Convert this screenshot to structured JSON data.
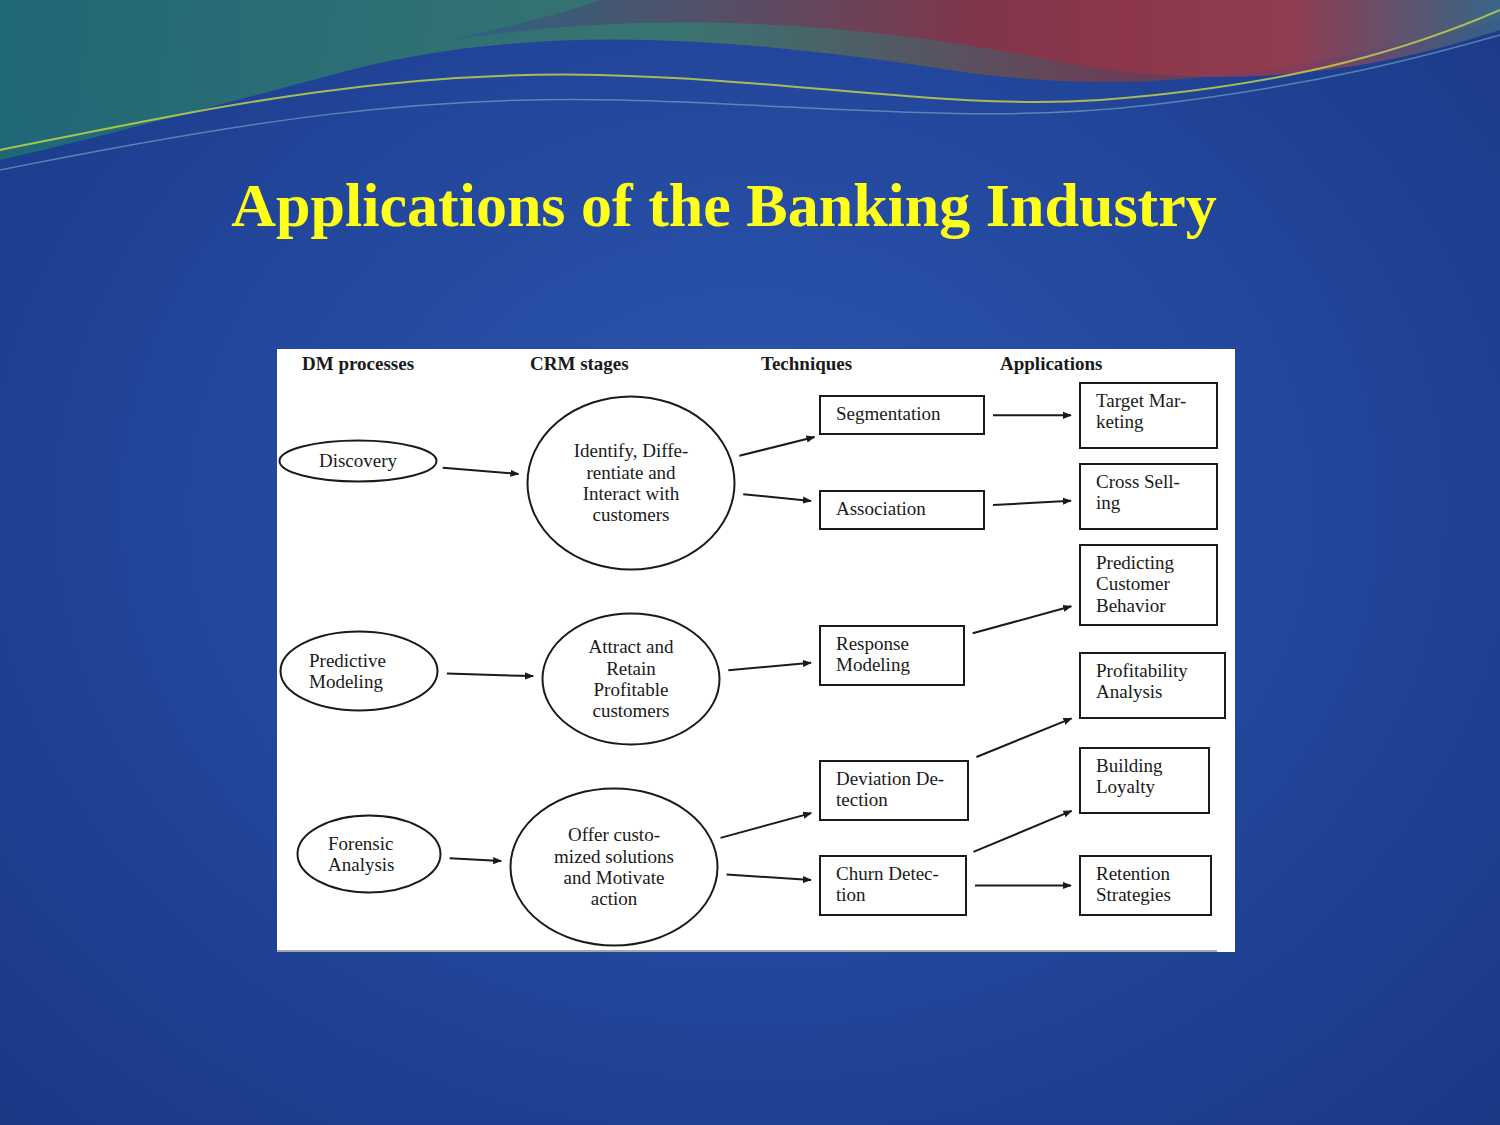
{
  "diagram": {
    "title": "Applications of the Banking Industry",
    "nodes": [
      {
        "text": [
          "Discovery"
        ]
      },
      {
        "text": [
          "Identify, Diffe- rentiate and Interact with customers"
        ]
      },
      {
        "text": [
          "Segmentation"
        ]
      },
      {
        "text": [
          "Association"
        ]
      },
      {
        "text": [
          "Target Mar- keting"
        ]
      },
      {
        "text": [
          "Cross Sell- ing"
        ]
      },
      {
        "text": [
          "Predictive Modeling"
        ]
      },
      {
        "text": [
          "Attract and Retain Profitable customers"
        ]
      },
      {
        "text": [
          "Response Modeling"
        ]
      },
      {
        "text": [
          "Predicting Customer Behavior"
        ]
      },
      {
        "text": [
          "Profitability Analysis"
        ]
      },
      {
        "text": [
          "Forensic Analysis"
        ]
      },
      {
        "text": [
          "Offer custo- mized solutions and Motivate action"
        ]
      },
      {
        "text": [
          "Deviation De- tection"
        ]
      },
      {
        "text": [
          "Churn Detec- tion"
        ]
      },
      {
        "text": [
          "Building Loyalty"
        ]
      },
      {
        "text": [
          "Retention Strategies"
        ]
      }
    ],
    "edges": [
      {
        "from": 0,
        "to": 1,
        "arrow": "to"
      },
      {
        "from": 1,
        "to": 2,
        "arrow": "to"
      },
      {
        "from": 1,
        "to": 3,
        "arrow": "to"
      },
      {
        "from": 2,
        "to": 4,
        "arrow": "to"
      },
      {
        "from": 3,
        "to": 5,
        "arrow": "to"
      },
      {
        "from": 6,
        "to": 7,
        "arrow": "to"
      },
      {
        "from": 7,
        "to": 8,
        "arrow": "to"
      },
      {
        "from": 8,
        "to": 9,
        "arrow": "to"
      },
      {
        "from": 11,
        "to": 12,
        "arrow": "to"
      },
      {
        "from": 12,
        "to": 13,
        "arrow": "to"
      },
      {
        "from": 12,
        "to": 14,
        "arrow": "to"
      },
      {
        "from": 13,
        "to": 10,
        "arrow": "to"
      },
      {
        "from": 14,
        "to": 15,
        "arrow": "to"
      },
      {
        "from": 14,
        "to": 16,
        "arrow": "to"
      }
    ],
    "labels": [
      "DM processes",
      "CRM stages",
      "Techniques",
      "Applications"
    ]
  }
}
